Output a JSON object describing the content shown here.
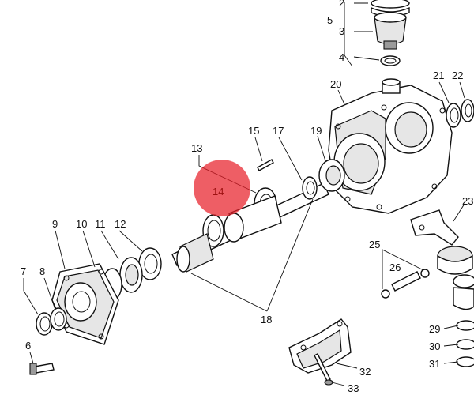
{
  "colors": {
    "highlight": "#e8202a",
    "highlight_label": "#9e1212",
    "ink": "#111111"
  },
  "callouts": {
    "c2": "2",
    "c3": "3",
    "c4": "4",
    "c5": "5",
    "c6": "6",
    "c7": "7",
    "c8": "8",
    "c9": "9",
    "c10": "10",
    "c11": "11",
    "c12": "12",
    "c13": "13",
    "c14": "14",
    "c15": "15",
    "c17": "17",
    "c18": "18",
    "c19": "19",
    "c20": "20",
    "c21": "21",
    "c22": "22",
    "c23": "23",
    "c25": "25",
    "c26": "26",
    "c29": "29",
    "c30": "30",
    "c31": "31",
    "c32": "32",
    "c33": "33"
  },
  "highlighted_part": "14"
}
